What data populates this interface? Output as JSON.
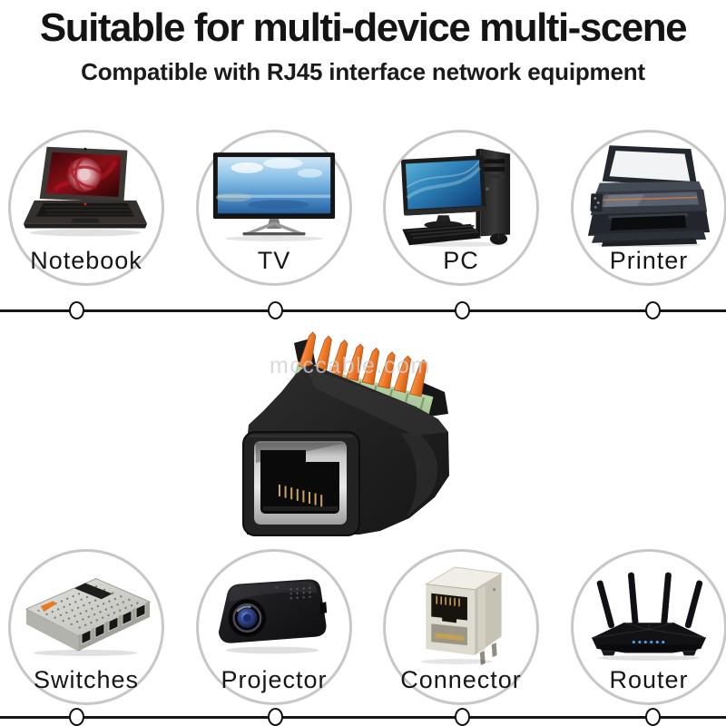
{
  "header": {
    "title": "Suitable for multi-device multi-scene",
    "subtitle": "Compatible with RJ45 interface network equipment"
  },
  "top_row": {
    "devices": [
      {
        "label": "Notebook",
        "icon": "notebook-icon"
      },
      {
        "label": "TV",
        "icon": "tv-icon"
      },
      {
        "label": "PC",
        "icon": "pc-icon"
      },
      {
        "label": "Printer",
        "icon": "printer-icon"
      }
    ]
  },
  "bottom_row": {
    "devices": [
      {
        "label": "Switches",
        "icon": "switch-icon"
      },
      {
        "label": "Projector",
        "icon": "projector-icon"
      },
      {
        "label": "Connector",
        "icon": "rj45-connector-icon"
      },
      {
        "label": "Router",
        "icon": "router-icon"
      }
    ]
  },
  "product": {
    "watermark": "mcccable.com"
  },
  "colors": {
    "text": "#141414",
    "circle_border": "#c7c7c7",
    "connector_line": "#161616",
    "terminal_green": "#a3c394",
    "lever_orange": "#ef7a28",
    "adapter_body": "#1f1f1f",
    "silver_frame": "#c9c9c9",
    "watermark_gray": "#d0d0d0"
  }
}
